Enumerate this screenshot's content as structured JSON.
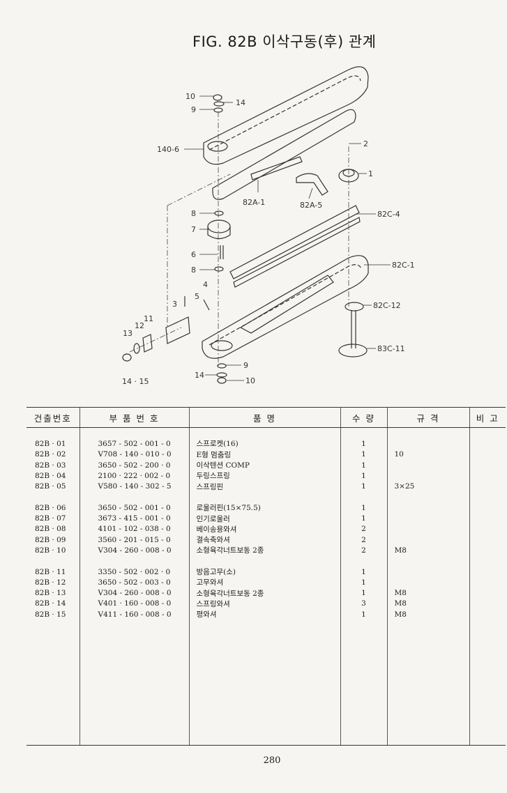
{
  "title": "FIG. 82B 이삭구동(후) 관계",
  "page_number": "280",
  "callouts": {
    "c10": "10",
    "c14a": "14",
    "c9": "9",
    "c140_6": "140-6",
    "c2": "2",
    "c1": "1",
    "c82a1": "82A-1",
    "c82a5": "82A-5",
    "c82c4": "82C-4",
    "c8a": "8",
    "c7": "7",
    "c6": "6",
    "c8b": "8",
    "c82c1": "82C-1",
    "c4": "4",
    "c5": "5",
    "c3": "3",
    "c82c12": "82C-12",
    "c11": "11",
    "c12": "12",
    "c13": "13",
    "c83c11": "83C-11",
    "c14_15": "14 · 15",
    "c9b": "9",
    "c14b": "14",
    "c10b": "10"
  },
  "table": {
    "headers": [
      "건출번호",
      "부 품 번 호",
      "품 명",
      "수 량",
      "규 격",
      "비 고"
    ],
    "groups": [
      [
        {
          "no": "82B · 01",
          "part": "3657 - 502 - 001 - 0",
          "name": "스프로켓(16)",
          "qty": "1",
          "spec": ""
        },
        {
          "no": "82B · 02",
          "part": "V708 - 140 - 010 - 0",
          "name": "E형 멈춤링",
          "qty": "1",
          "spec": "10"
        },
        {
          "no": "82B · 03",
          "part": "3650 - 502 - 200 · 0",
          "name": "이삭텐션 COMP",
          "qty": "1",
          "spec": ""
        },
        {
          "no": "82B · 04",
          "part": "2100 · 222 · 002 - 0",
          "name": "두링스프링",
          "qty": "1",
          "spec": ""
        },
        {
          "no": "82B · 05",
          "part": "V580 - 140 - 302 - 5",
          "name": "스프링핀",
          "qty": "1",
          "spec": "3×25"
        }
      ],
      [
        {
          "no": "82B · 06",
          "part": "3650 - 502 - 001 - 0",
          "name": "로울러핀(15×75.5)",
          "qty": "1",
          "spec": ""
        },
        {
          "no": "82B · 07",
          "part": "3673 - 415 - 001 - 0",
          "name": "인기로울러",
          "qty": "1",
          "spec": ""
        },
        {
          "no": "82B · 08",
          "part": "4101 - 102 - 038 - 0",
          "name": "베이송용와셔",
          "qty": "2",
          "spec": ""
        },
        {
          "no": "82B · 09",
          "part": "3560 - 201 - 015 - 0",
          "name": "결속축와셔",
          "qty": "2",
          "spec": ""
        },
        {
          "no": "82B · 10",
          "part": "V304 - 260 - 008 - 0",
          "name": "소형육각너트보동 2종",
          "qty": "2",
          "spec": "M8"
        }
      ],
      [
        {
          "no": "82B · 11",
          "part": "3350 - 502 · 002 · 0",
          "name": "방음고무(소)",
          "qty": "1",
          "spec": ""
        },
        {
          "no": "82B · 12",
          "part": "3650 - 502 - 003 - 0",
          "name": "고무와셔",
          "qty": "1",
          "spec": ""
        },
        {
          "no": "82B · 13",
          "part": "V304 - 260 - 008 - 0",
          "name": "소형육각너트보동 2종",
          "qty": "1",
          "spec": "M8"
        },
        {
          "no": "82B · 14",
          "part": "V401 · 160 - 008 - 0",
          "name": "스프링와셔",
          "qty": "3",
          "spec": "M8"
        },
        {
          "no": "82B · 15",
          "part": "V411 - 160 - 008 - 0",
          "name": "평와셔",
          "qty": "1",
          "spec": "M8"
        }
      ]
    ]
  }
}
